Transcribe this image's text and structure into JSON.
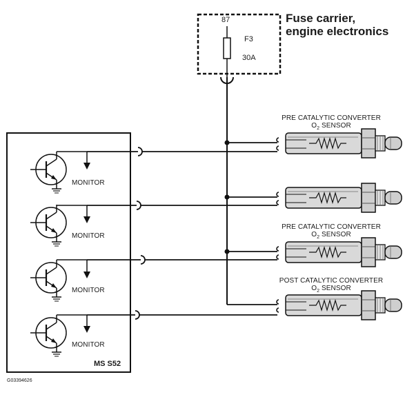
{
  "fuse": {
    "pin": "87",
    "id": "F3",
    "rating": "30A",
    "title_line1": "Fuse carrier,",
    "title_line2": "engine electronics"
  },
  "sensors": [
    {
      "label_line1": "PRE CATALYTIC CONVERTER",
      "label_line2": "O",
      "label_sub": "2",
      "label_tail": " SENSOR"
    },
    {
      "label_line1": "",
      "label_line2": "",
      "label_sub": "",
      "label_tail": ""
    },
    {
      "label_line1": "PRE CATALYTIC CONVERTER",
      "label_line2": "O",
      "label_sub": "2",
      "label_tail": " SENSOR"
    },
    {
      "label_line1": "POST CATALYTIC CONVERTER",
      "label_line2": "O",
      "label_sub": "2",
      "label_tail": " SENSOR"
    }
  ],
  "ecu": {
    "name": "MS S52",
    "monitor_labels": [
      "MONITOR",
      "MONITOR",
      "MONITOR",
      "MONITOR"
    ]
  },
  "figure_id": "G03394626"
}
